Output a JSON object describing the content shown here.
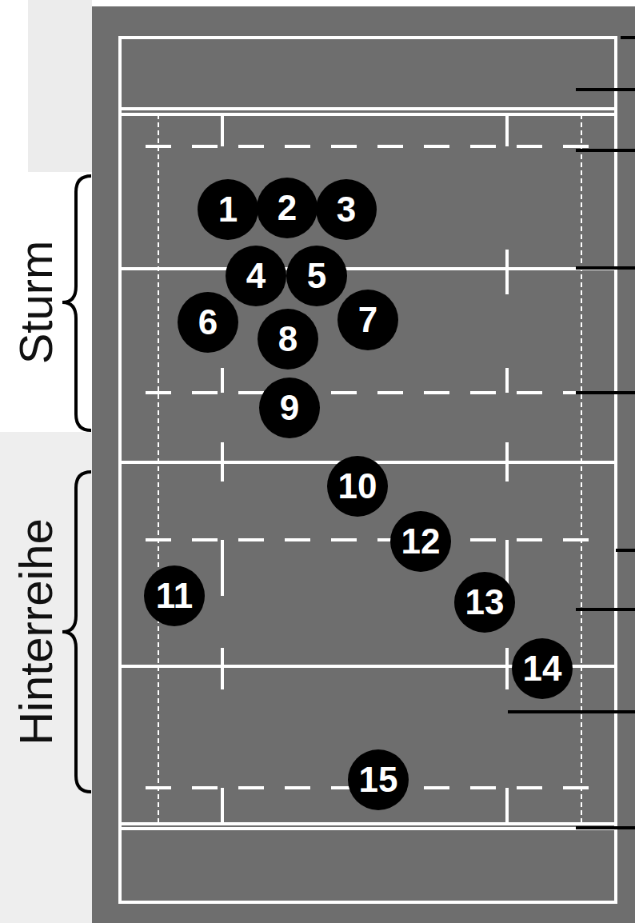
{
  "diagram": {
    "nodes": [
      {
        "text": [
          "1"
        ]
      },
      {
        "text": [
          "2"
        ]
      },
      {
        "text": [
          "3"
        ]
      },
      {
        "text": [
          "4"
        ]
      },
      {
        "text": [
          "5"
        ]
      },
      {
        "text": [
          "6"
        ]
      },
      {
        "text": [
          "7"
        ]
      },
      {
        "text": [
          "8"
        ]
      },
      {
        "text": [
          "9"
        ]
      },
      {
        "text": [
          "10"
        ]
      },
      {
        "text": [
          "11"
        ]
      },
      {
        "text": [
          "12"
        ]
      },
      {
        "text": [
          "13"
        ]
      },
      {
        "text": [
          "14"
        ]
      },
      {
        "text": [
          "15"
        ]
      }
    ],
    "labels": [
      "Sturm",
      "Hinterreihe"
    ]
  }
}
